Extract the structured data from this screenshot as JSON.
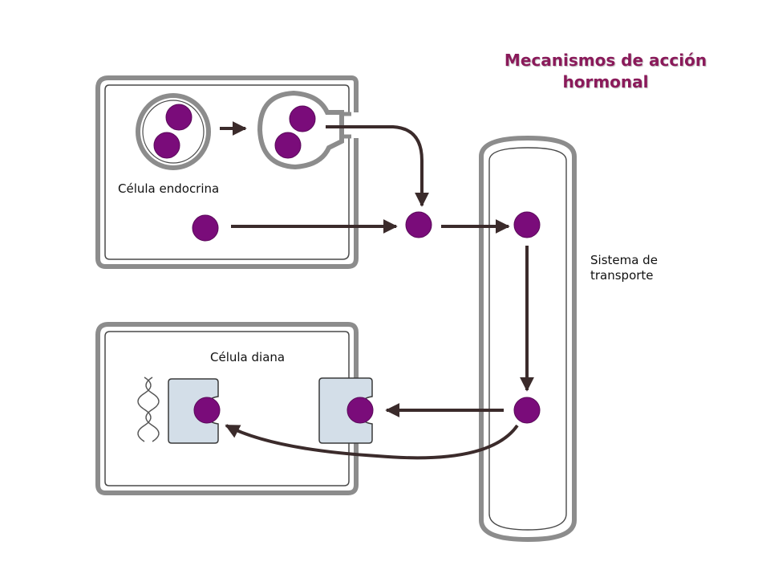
{
  "title": {
    "line1": "Mecanismos de acción",
    "line2": "hormonal"
  },
  "labels": {
    "endocrine_cell": "Célula endocrina",
    "target_cell": "Célula diana",
    "transport_line1": "Sistema de",
    "transport_line2": "transporte"
  },
  "colors": {
    "title": "#8a1a5a",
    "hormone": "#7a0c7a",
    "hormone_stroke": "#5a0a5a",
    "cell_wall": "#8c8c8c",
    "wall_dark": "#3a3a3a",
    "receptor_fill": "#d3dee8",
    "arrow": "#3b2b2b"
  }
}
